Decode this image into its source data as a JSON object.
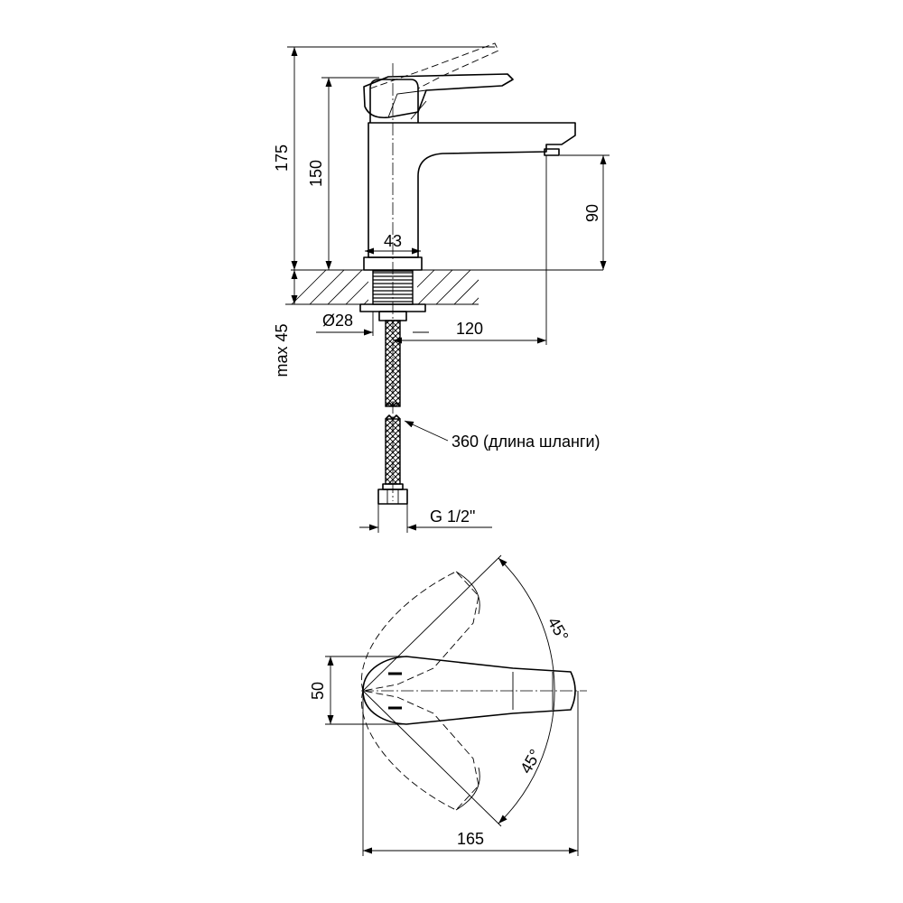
{
  "side_view": {
    "dims": {
      "total_height": "175",
      "body_height": "150",
      "spout_height": "90",
      "body_width": "43",
      "thread_diameter": "Ø28",
      "spout_reach": "120",
      "max_counter": "max 45",
      "hose_length": "360 (длина шланги)",
      "connection": "G 1/2\""
    }
  },
  "top_view": {
    "dims": {
      "handle_width": "50",
      "total_length": "165",
      "angle_upper": "45°",
      "angle_lower": "45°"
    }
  }
}
